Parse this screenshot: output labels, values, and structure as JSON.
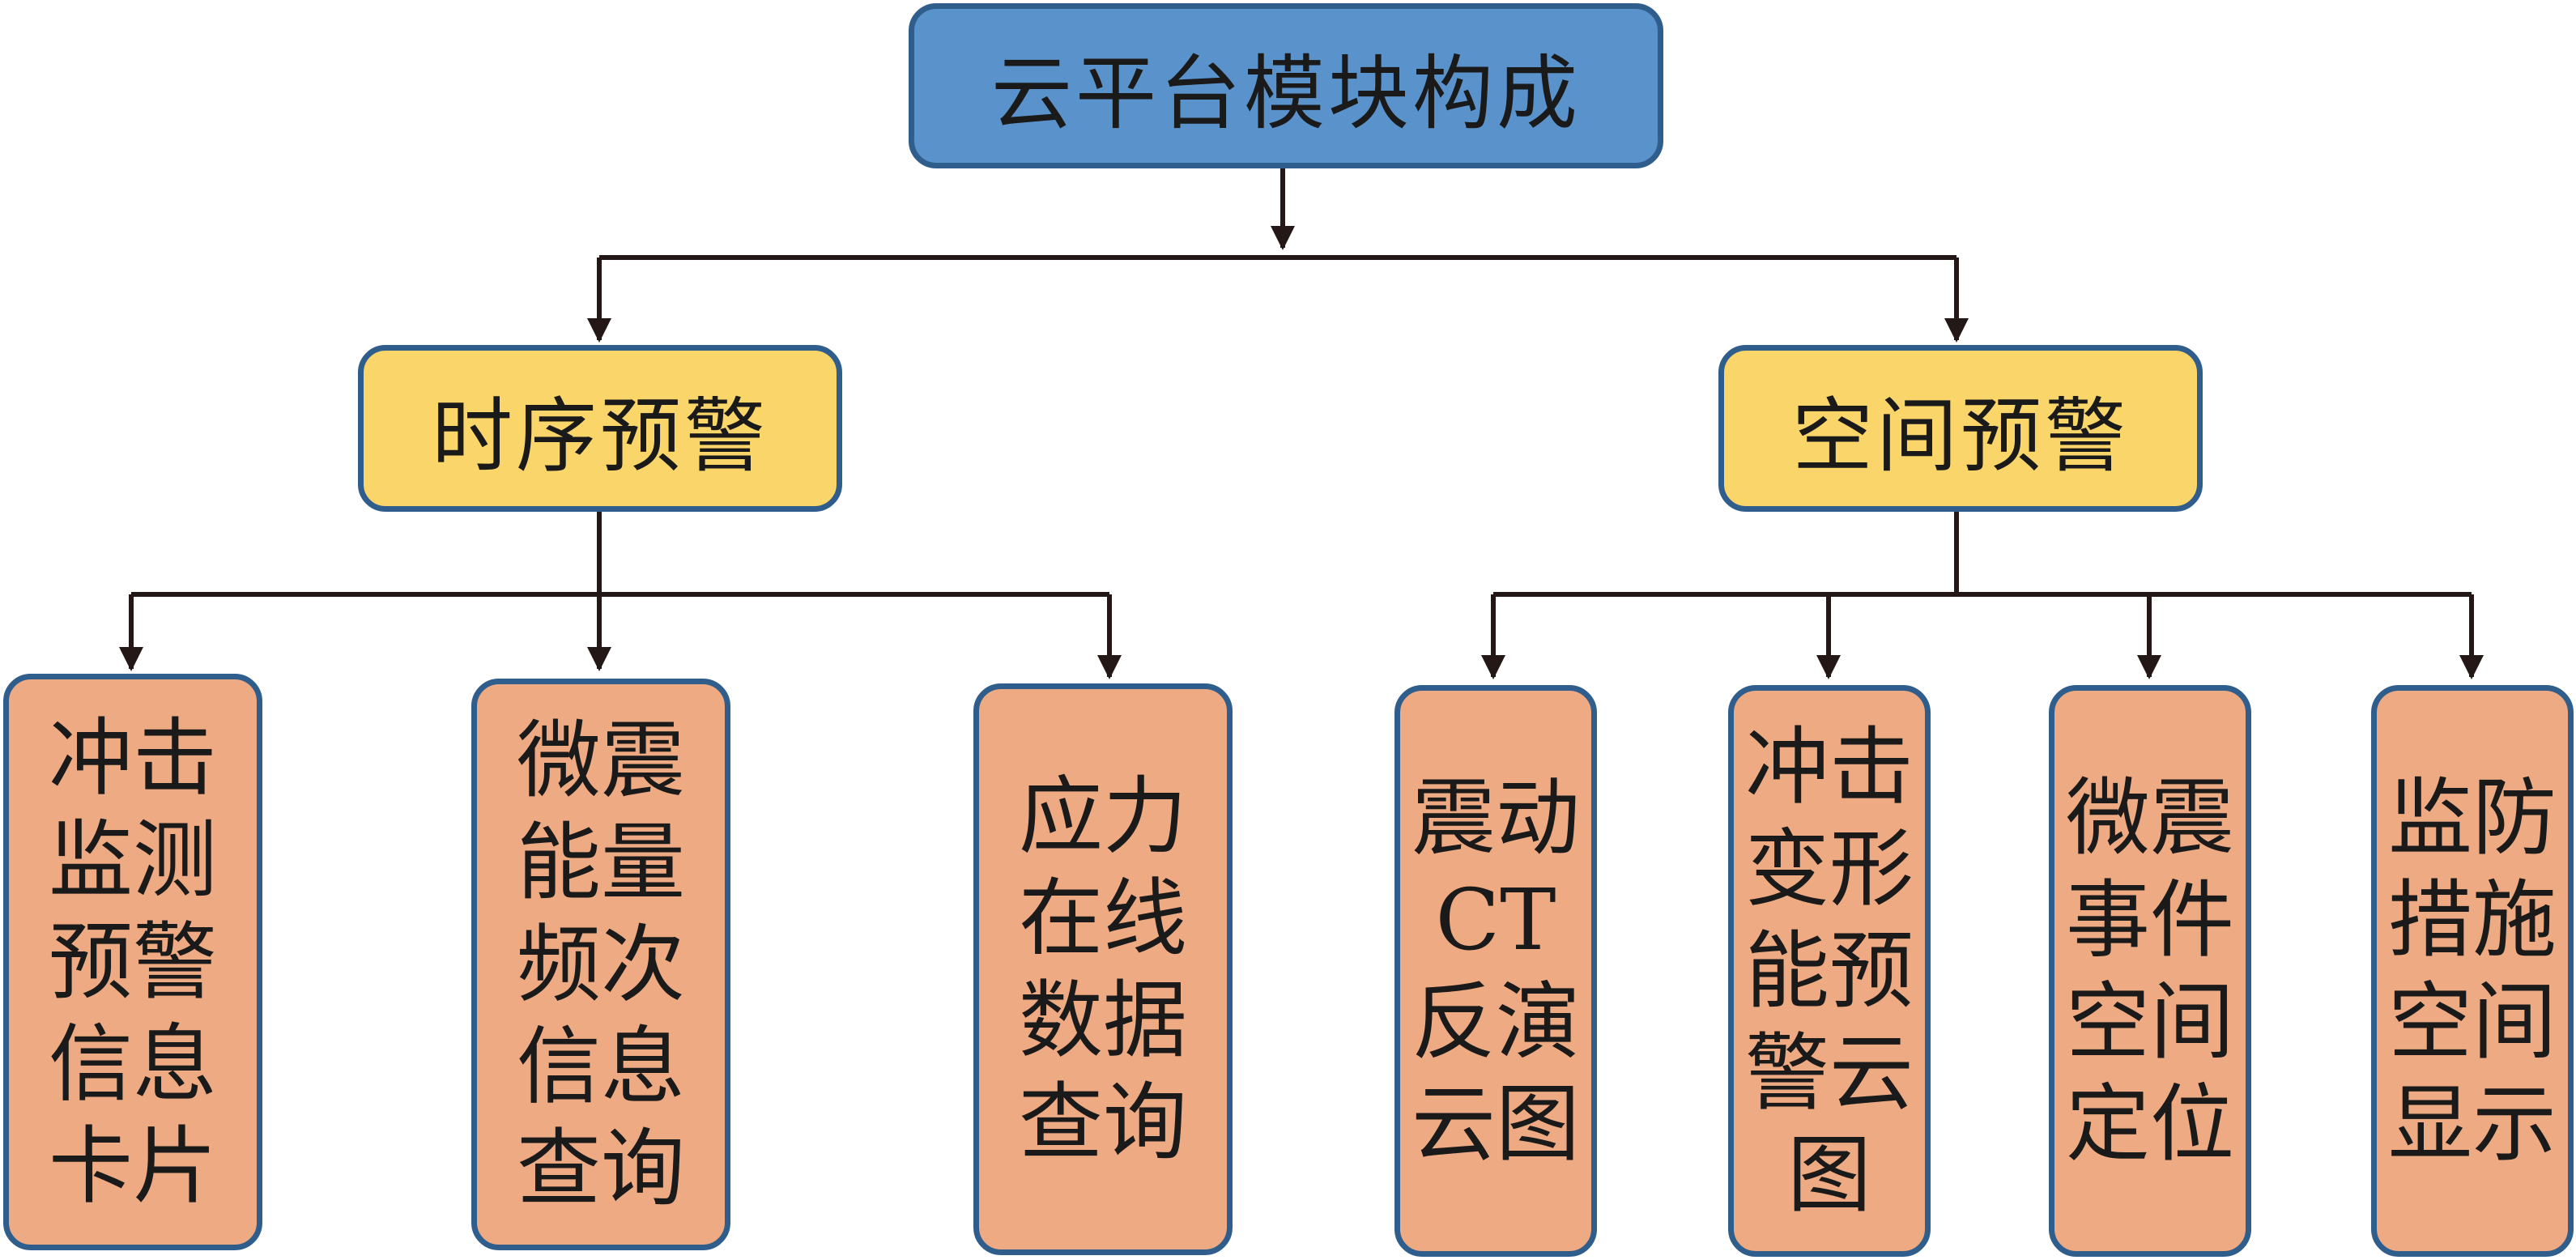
{
  "root": {
    "label": "云平台模块构成"
  },
  "branches": [
    {
      "label": "时序预警",
      "children": [
        "冲击监测预警信息卡片",
        "微震能量频次信息查询",
        "应力在线数据查询"
      ]
    },
    {
      "label": "空间预警",
      "children": [
        "震动CT反演云图",
        "冲击变形能预警云图",
        "微震事件空间定位",
        "监防措施空间显示"
      ]
    }
  ],
  "colors": {
    "root": "#5a93cb",
    "mid": "#f9d56a",
    "leaf": "#eeaa82",
    "border": "#2f5d8c",
    "connector": "#231815"
  }
}
